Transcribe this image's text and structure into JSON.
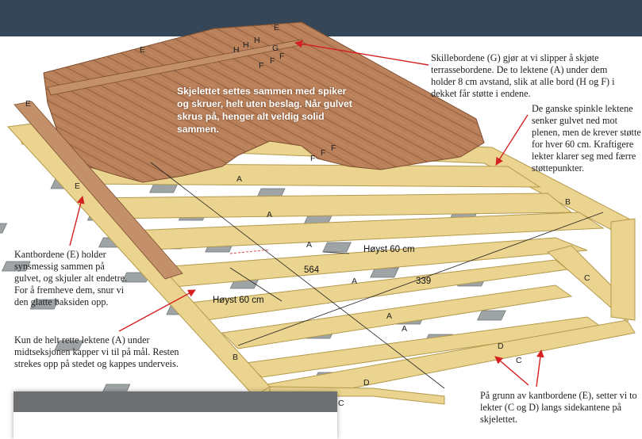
{
  "overlay_text": "Skjelettet settes sammen med spiker og skruer, helt uten beslag. Når gulvet skrus på, henger alt veldig solid sammen.",
  "callouts": {
    "skillebord": "Skillebordene (G) gjør at vi slipper å skjøte terrassebordene. De to lektene (A) under dem holder 8 cm avstand, slik at alle bord (H og F) i dekket får støtte i endene.",
    "spinkle": "De ganske spinkle lektene senker gulvet ned mot plenen, men de krever støtte for hver 60 cm. Kraftigere lekter klarer seg med færre støttepunkter.",
    "kantbord": "Kantbordene (E) holder synsmessig sammen på gulvet, og skjuler alt endetre. For å fremheve dem, snur vi den glatte baksiden opp.",
    "rette_lekter": "Kun de helt rette lektene (A) under midtseksjonen kapper vi til på mål. Resten strekes opp på stedet og kappes underveis.",
    "kantbordene_lekter": "På grunn av kantbordene (E), setter vi to lekter (C og D) langs sidekantene på skjelettet."
  },
  "dimensions": {
    "length": "564",
    "width": "339",
    "spacing_1": "Høyst 60 cm",
    "spacing_2": "Høyst 60 cm"
  },
  "part_labels": {
    "A": "A",
    "B": "B",
    "C": "C",
    "D": "D",
    "E": "E",
    "F": "F",
    "G": "G",
    "H": "H"
  },
  "colors": {
    "header": "#354658",
    "deck": "#b9805a",
    "frame": "#ead48f",
    "block": "#9ea4a6",
    "arrow": "#d42020"
  }
}
